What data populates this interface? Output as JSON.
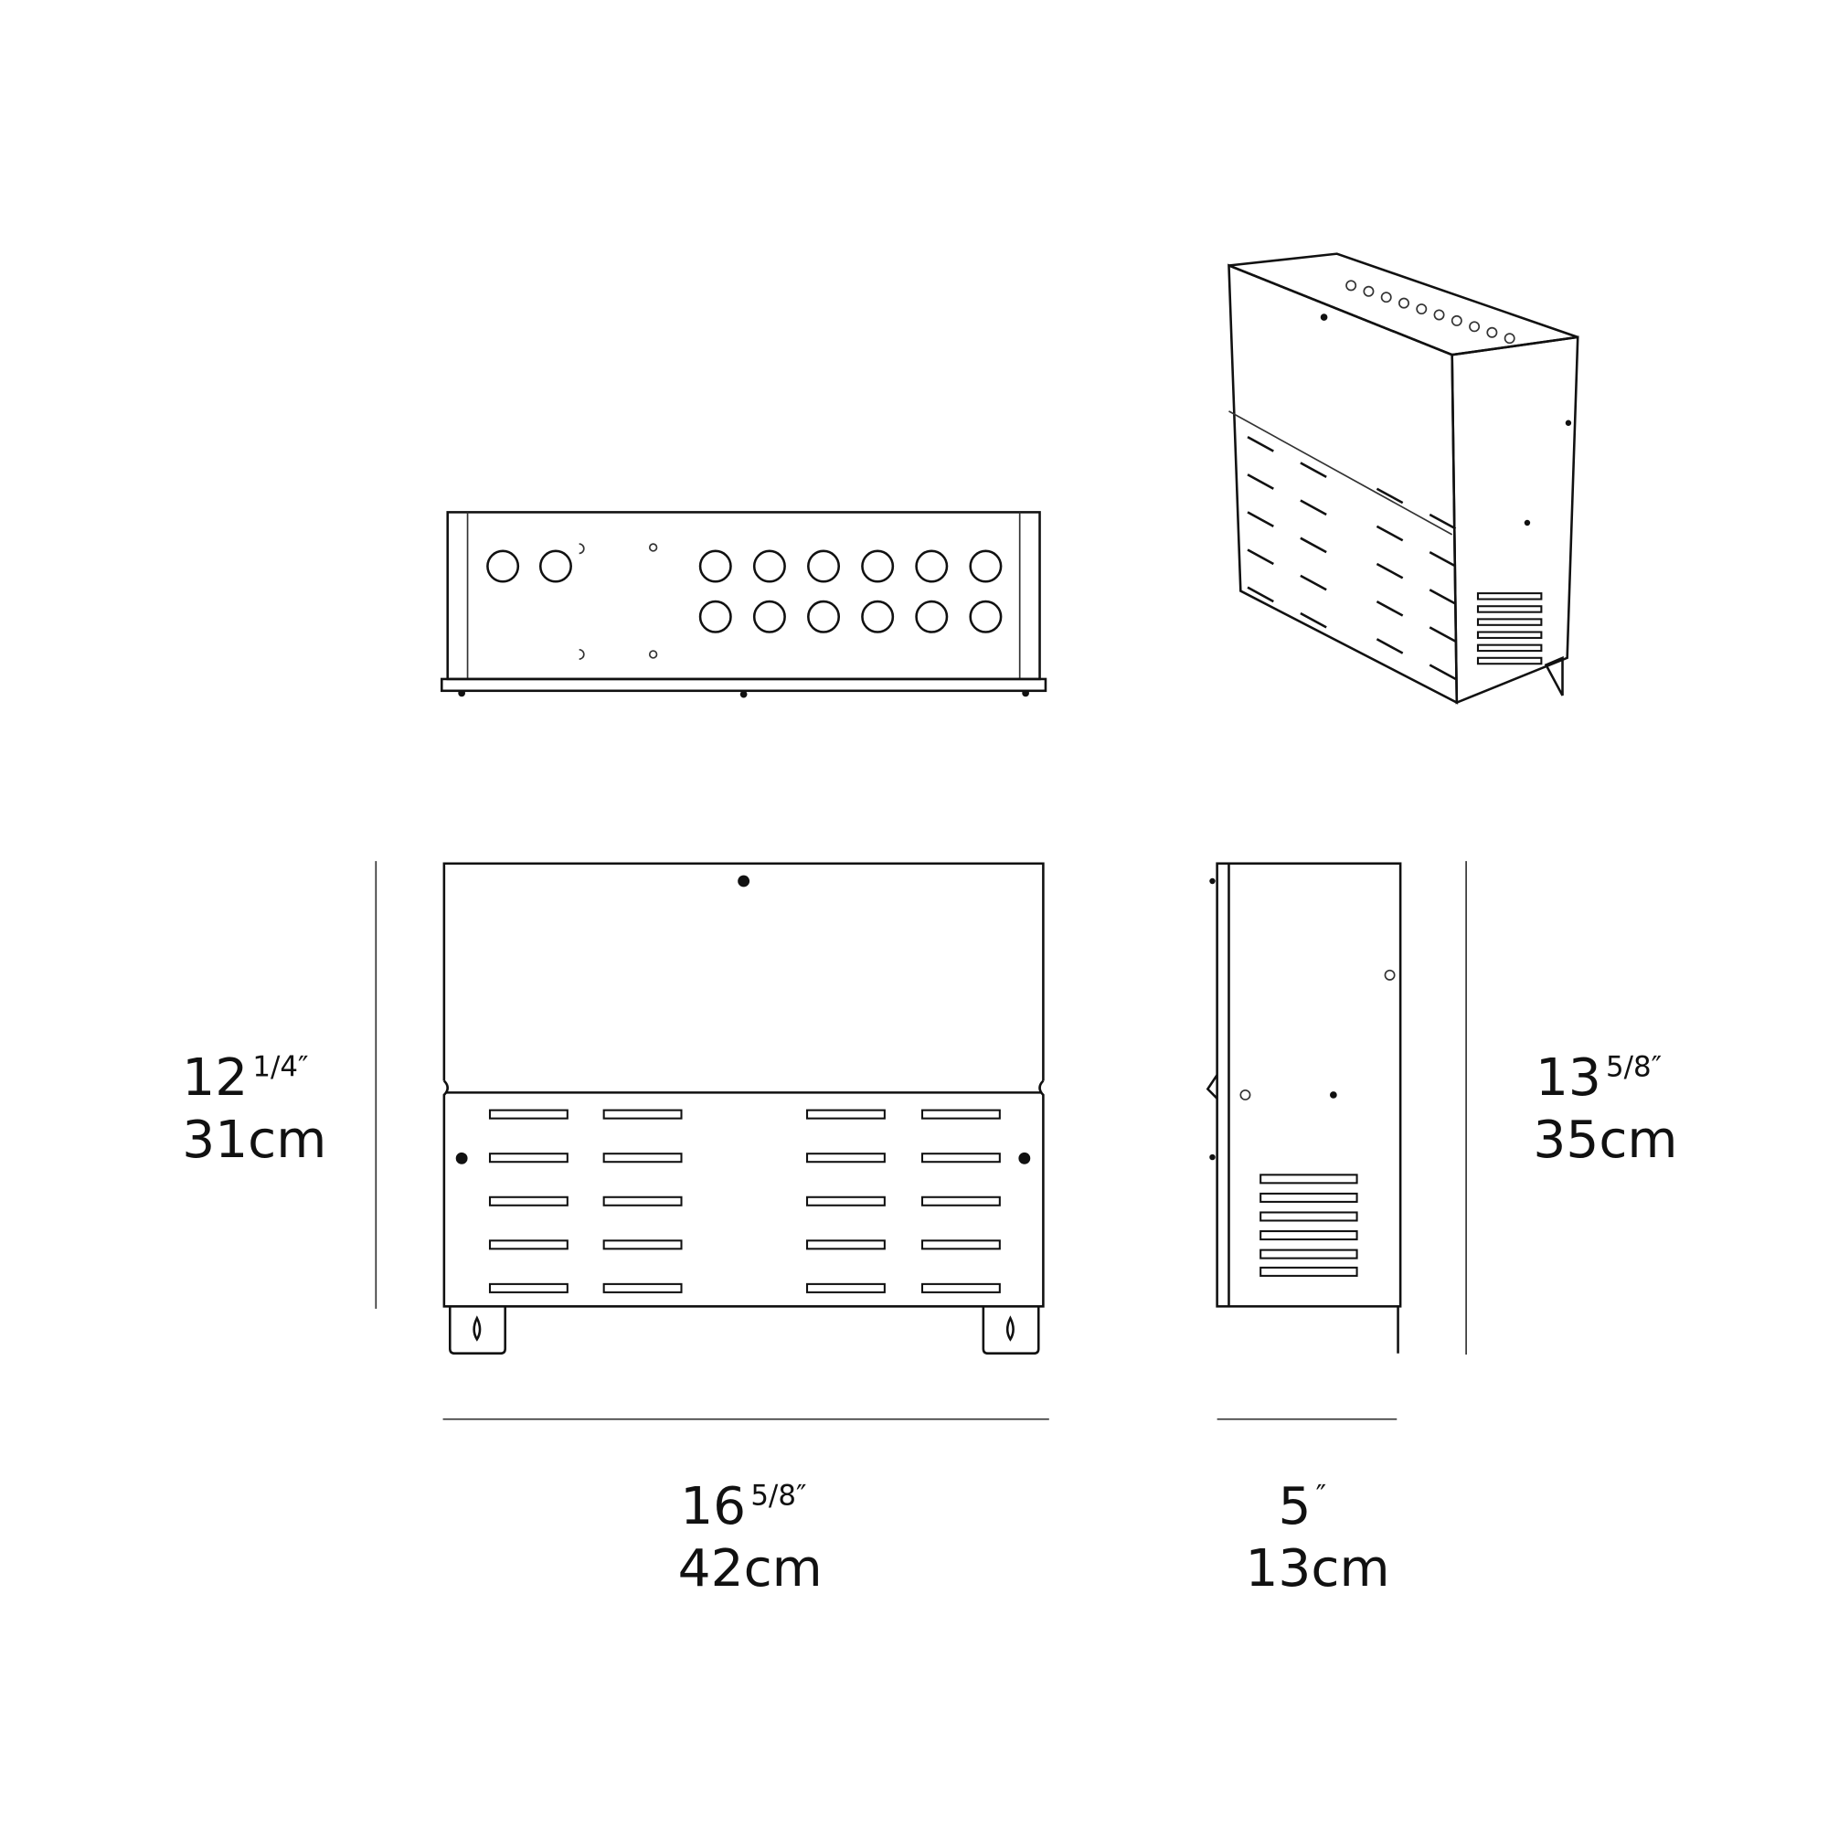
{
  "dimensions": {
    "height_front": {
      "inches": "12",
      "fraction": "1/4",
      "unit": "″",
      "metric": "31cm"
    },
    "height_side": {
      "inches": "13",
      "fraction": "5/8",
      "unit": "″",
      "metric": "35cm"
    },
    "width": {
      "inches": "16",
      "fraction": "5/8",
      "unit": "″",
      "metric": "42cm"
    },
    "depth": {
      "inches": "5",
      "fraction": "",
      "unit": "″",
      "metric": "13cm"
    }
  }
}
